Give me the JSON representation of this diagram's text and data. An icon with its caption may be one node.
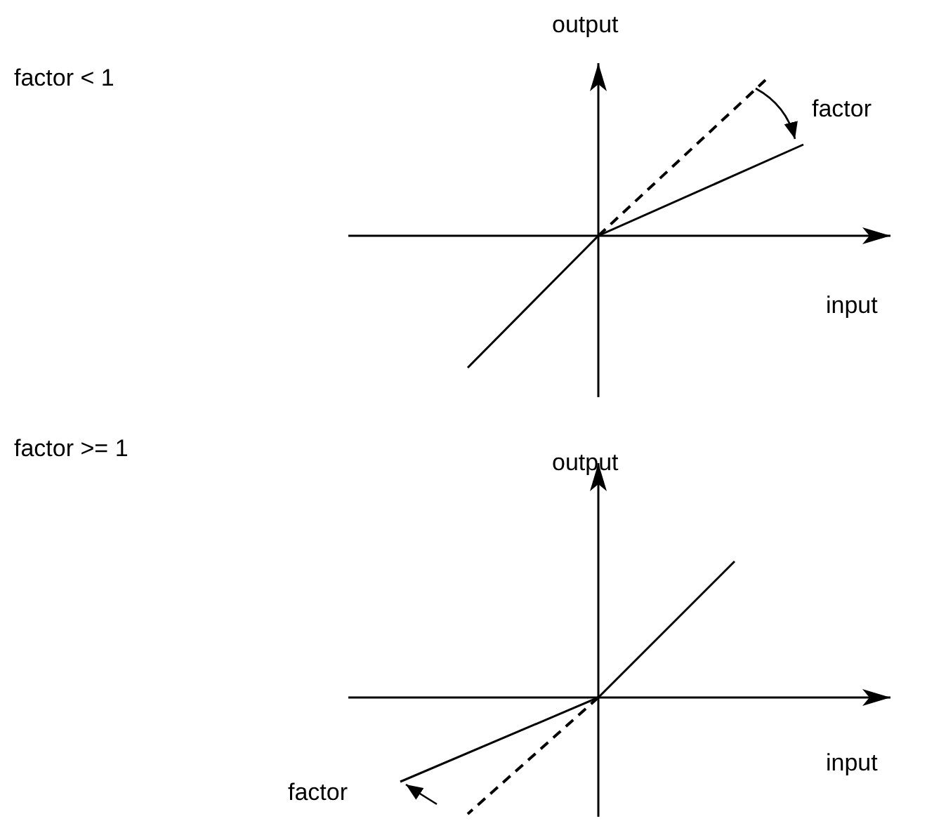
{
  "diagram": {
    "labels": [
      "factor < 1",
      "output",
      "factor",
      "input",
      "factor >= 1",
      "output",
      "input",
      "factor"
    ]
  }
}
